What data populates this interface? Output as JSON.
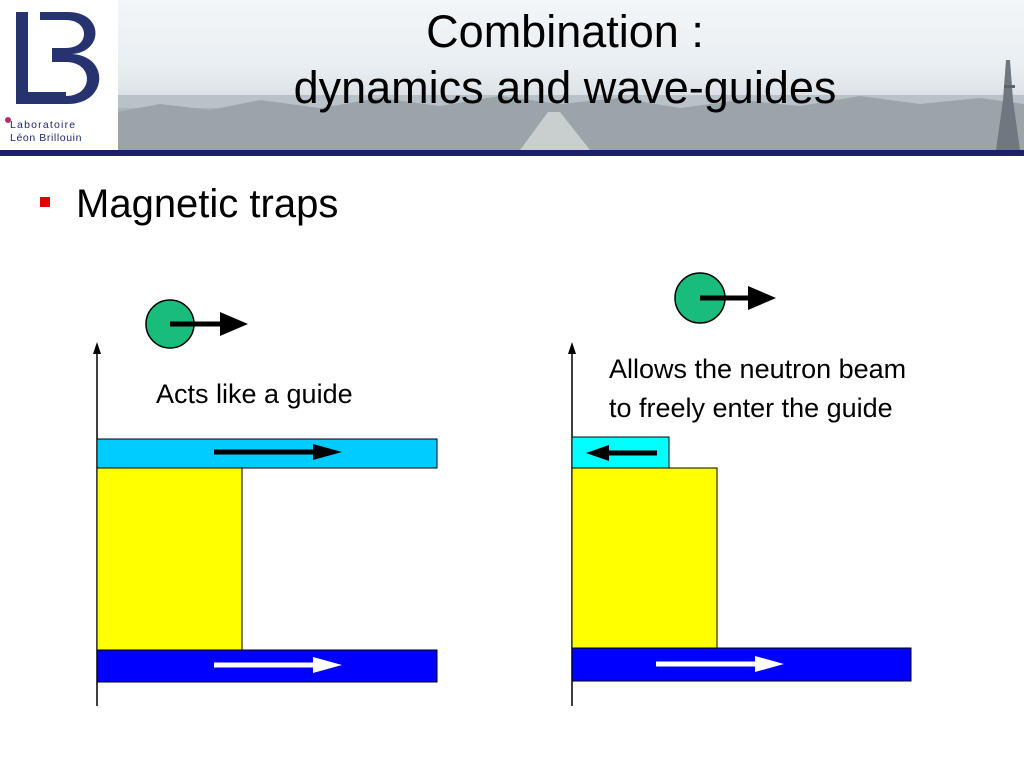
{
  "header": {
    "title_line1": "Combination :",
    "title_line2": "dynamics and wave-guides",
    "logo_initials": "LLB",
    "logo_line1": "Laboratoire",
    "logo_line2": "Léon Brillouin",
    "colors": {
      "rule": "#1b1f6b",
      "logo": "#1f2a6b"
    }
  },
  "bullets": [
    {
      "text": "Magnetic traps",
      "marker_color": "#e00000"
    }
  ],
  "diagrams": [
    {
      "caption": "Acts like a guide",
      "colors": {
        "upper_guide": "#00ccff",
        "coil": "#ffff00",
        "lower_guide": "#0000ff",
        "neutron": "#1abc7c"
      },
      "arrows": [
        "neutron-arrow-right",
        "upper-arrow-right",
        "lower-arrow-right"
      ]
    },
    {
      "caption_line1": "Allows the neutron beam",
      "caption_line2": "to freely enter the guide",
      "colors": {
        "upper_guide": "#00ccff",
        "coil": "#ffff00",
        "lower_guide": "#0000ff",
        "neutron": "#1abc7c"
      },
      "arrows": [
        "neutron-arrow-right",
        "upper-arrow-left",
        "lower-arrow-right"
      ]
    }
  ]
}
